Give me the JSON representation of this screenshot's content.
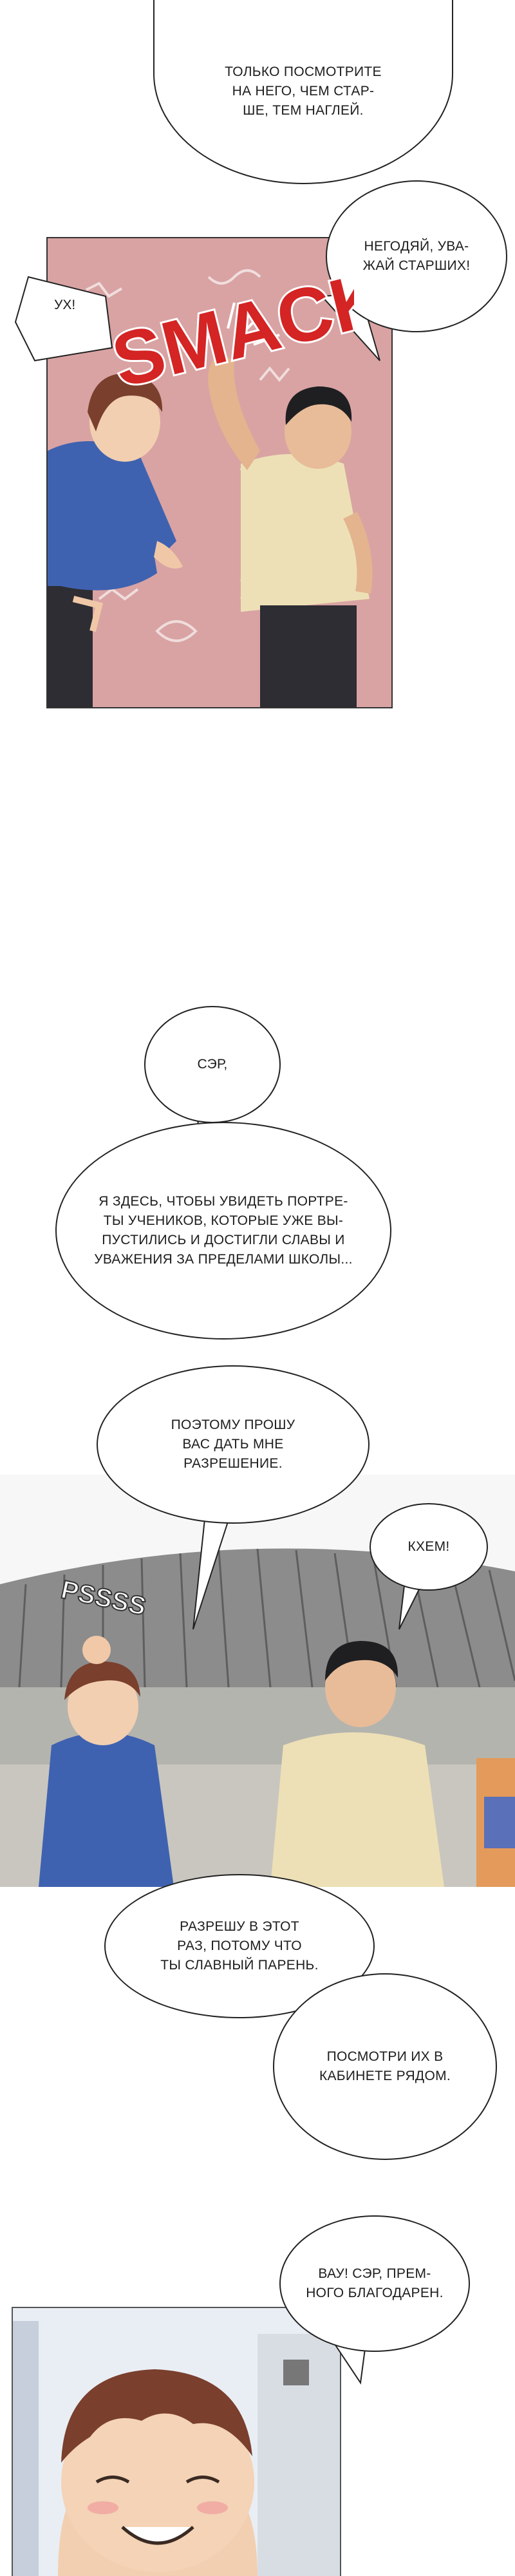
{
  "colors": {
    "panel1_bg": "#d9a3a3",
    "sfx_red": "#d42424",
    "hoodie_blue": "#3f62b0",
    "tshirt_beige": "#ede0b6",
    "roof_gray": "#8c8c8c"
  },
  "bubbles": {
    "b1": "Только посмотрите\nна него, чем стар-\nше, тем наглей.",
    "b2": "Негодяй, ува-\nжай старших!",
    "b3": "Ух!",
    "b4": "Сэр,",
    "b5": "Я здесь, чтобы увидеть портре-\nты учеников, которые уже вы-\nпустились и достигли славы и\nуважения за пределами школы...",
    "b6": "Поэтому прошу\nвас дать мне\nразрешение.",
    "b7": "Кхем!",
    "b8": "Разрешу в этот\nраз, потому что\nты славный парень.",
    "b9": "Посмотри их в\nкабинете рядом.",
    "b10": "Вау! Сэр, прем-\nного благодарен."
  },
  "sfx": {
    "smack": "SMACK",
    "psss": "PSSSS"
  },
  "icons": [
    "impact-lines",
    "speed-lines"
  ]
}
